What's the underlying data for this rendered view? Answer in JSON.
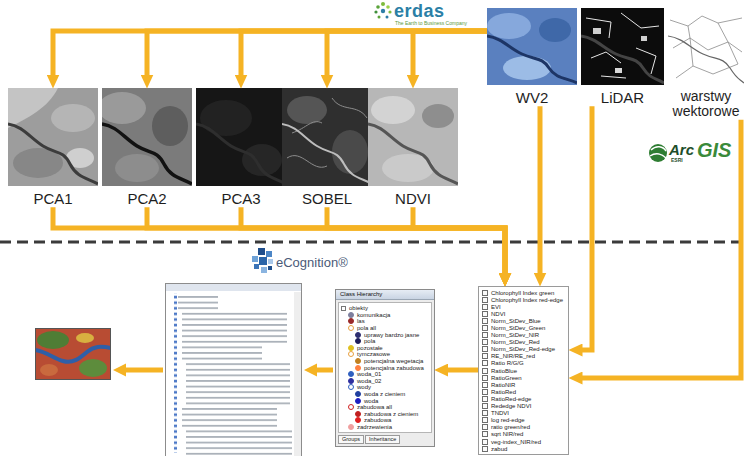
{
  "diagram": {
    "nodes": [
      {
        "text": [
          "PCA1"
        ]
      },
      {
        "text": [
          "PCA2"
        ]
      },
      {
        "text": [
          "PCA3"
        ]
      },
      {
        "text": [
          "SOBEL"
        ]
      },
      {
        "text": [
          "NDVI"
        ]
      },
      {
        "text": [
          "WV2"
        ]
      },
      {
        "text": [
          "LiDAR"
        ]
      },
      {
        "text": [
          "warstwy wektorowe"
        ]
      },
      {
        "text": [
          "Chlorophyll Index green",
          "Chlorophyll Index red-edge",
          "EVI",
          "NDVI",
          "Norm_StDev_Blue",
          "Norm_StDev_Green",
          "Norm_StDev_NIR",
          "Norm_StDev_Red",
          "Norm_StDev_Red-edge",
          "RE_NIR/RE_red",
          "Ratio R/G/G",
          "RatioBlue",
          "RatioGreen",
          "RatioNIR",
          "RatioRed",
          "RatioRed-edge",
          "Rededge NDVI",
          "TNDVI",
          "log red-edge",
          "ratio green/red",
          "sqrt NIR/red",
          "veg-index_NIR/red",
          "zabud"
        ]
      },
      {
        "text": [
          "Class Hierarchy",
          "obiekty",
          "komunikacja",
          "las",
          "pola all",
          "uprawy bardzo jasne",
          "pola",
          "pozostałe",
          "tymczasowe",
          "potencjalna wegetacja",
          "potencjalna zabudowa",
          "woda_01",
          "woda_02",
          "wody",
          "woda z cieniem",
          "woda",
          "zabudowa all",
          "zabudowa z cieniem",
          "zabudowa",
          "zadrzewienia",
          "Groups",
          "Inheritance"
        ]
      }
    ],
    "edges": [
      {
        "from": 5,
        "to": 0,
        "arrow": "to"
      },
      {
        "from": 5,
        "to": 1,
        "arrow": "to"
      },
      {
        "from": 5,
        "to": 2,
        "arrow": "to"
      },
      {
        "from": 5,
        "to": 3,
        "arrow": "to"
      },
      {
        "from": 5,
        "to": 4,
        "arrow": "to"
      },
      {
        "from": 0,
        "to": 8,
        "arrow": "to"
      },
      {
        "from": 1,
        "to": 8,
        "arrow": "to"
      },
      {
        "from": 2,
        "to": 8,
        "arrow": "to"
      },
      {
        "from": 3,
        "to": 8,
        "arrow": "to"
      },
      {
        "from": 4,
        "to": 8,
        "arrow": "to"
      },
      {
        "from": 5,
        "to": 8,
        "arrow": "to"
      },
      {
        "from": 6,
        "to": 8,
        "arrow": "to"
      },
      {
        "from": 7,
        "to": 8,
        "arrow": "to"
      },
      {
        "from": 8,
        "to": 9,
        "arrow": "to"
      }
    ],
    "labels": [
      "erdas",
      "The Earth to Business Company",
      "Arc",
      "ESRI",
      "GIS",
      "eCognition®"
    ]
  }
}
